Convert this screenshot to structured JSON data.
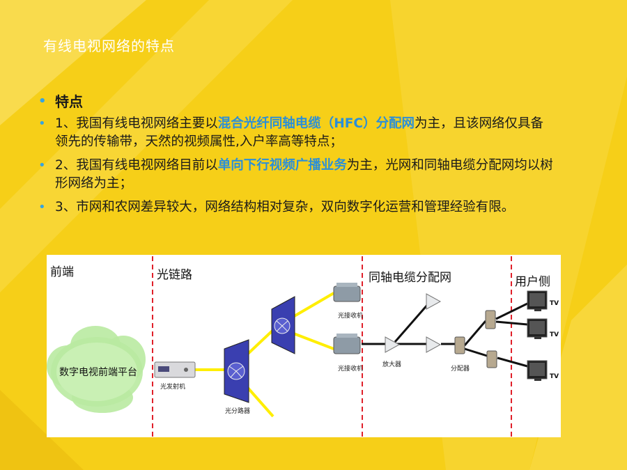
{
  "slide_title": "有线电视网络的特点",
  "bullets": [
    {
      "text": "特点",
      "is_heading": true
    },
    {
      "parts": [
        {
          "t": "1、我国有线电视网络主要以",
          "hl": false
        },
        {
          "t": "混合光纤同轴电缆（HFC）分配网",
          "hl": true
        },
        {
          "t": "为主，且该网络仅具备领先的传输带，天然的视频属性,入户率高等特点；",
          "hl": false
        }
      ]
    },
    {
      "parts": [
        {
          "t": "2、我国有线电视网络目前以",
          "hl": false
        },
        {
          "t": "单向下行视频广播业务",
          "hl": true
        },
        {
          "t": "为主，光网和同轴电缆分配网均以树形网络为主；",
          "hl": false
        }
      ]
    },
    {
      "parts": [
        {
          "t": "3、市网和农网差异较大，网络结构相对复杂，双向数字化运营和管理经验有限。",
          "hl": false
        }
      ]
    }
  ],
  "diagram": {
    "sections": {
      "head_end": "前端",
      "optical_link": "光链路",
      "coax_network": "同轴电缆分配网",
      "user_side": "用户侧"
    },
    "cloud_label": "数字电视前端平台",
    "labels": {
      "transmitter": "光发射机",
      "splitter": "光分路器",
      "receiver_top": "光接收机",
      "receiver_bottom": "光接收机",
      "amplifier": "放大器",
      "distributor": "分配器",
      "tv1": "TV",
      "tv2": "TV",
      "tv3": "TV"
    }
  },
  "colors": {
    "background": "#f7d21a",
    "highlight": "#2b8fd8",
    "bullet": "#36a4e0",
    "fiber": "#ffee00",
    "divider": "#e0202a",
    "splitter_fill": "#3a3fb0"
  }
}
